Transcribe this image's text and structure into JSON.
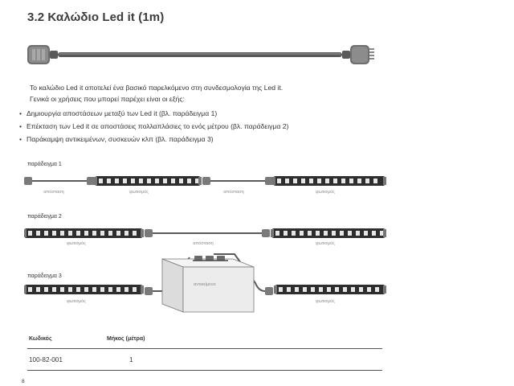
{
  "title": "3.2 Καλώδιο Led it  (1m)",
  "intro": {
    "line1": "Το καλώδιο Led it αποτελεί ένα βασικό παρελκόμενο στη συνδεσμολογία της Led it.",
    "line2": "Γενικά οι χρήσεις που μπορεί παρέχει είναι οι εξής:"
  },
  "bullets": [
    "Δημιουργία αποστάσεων μεταξύ των Led it (βλ. παράδειγμα 1)",
    "Επέκταση των Led it σε αποστάσεις πολλαπλάσιες το ενός μέτρου  (βλ. παράδειγμα 2)",
    "Παράκαμψη αντικειμένων, συσκευών κλπ  (βλ. παράδειγμα 3)"
  ],
  "bullet_symbol": "•",
  "examples": {
    "ex1": {
      "label": "παράδειγμα 1",
      "captions": [
        "απόσταση",
        "φωτισμός",
        "απόσταση",
        "φωτισμός"
      ]
    },
    "ex2": {
      "label": "παράδειγμα 2",
      "captions": [
        "φωτισμός",
        "απόσταση",
        "φωτισμός"
      ]
    },
    "ex3": {
      "label": "παράδειγμα 3",
      "captions": [
        "φωτισμός",
        "φωτισμός"
      ],
      "object_label": "αντικείμενο"
    }
  },
  "table": {
    "headers": [
      "Κωδικός",
      "Μήκος (μέτρα)"
    ],
    "rows": [
      [
        "100-82-001",
        "1"
      ]
    ]
  },
  "page_number": "8",
  "colors": {
    "cable": "#5a5a5a",
    "connector": "#8c8c8c",
    "strip": "#2e2e2e",
    "led": "#e6e6e6",
    "box_face": "#ececec"
  }
}
